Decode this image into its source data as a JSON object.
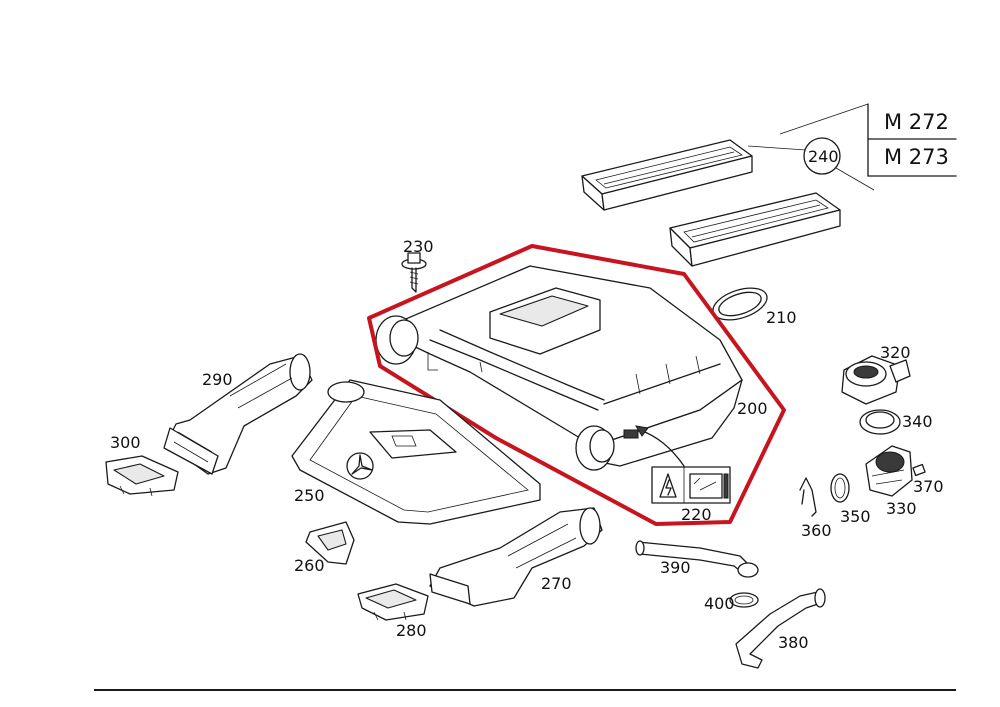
{
  "engine_variants": [
    "M 272",
    "M 273"
  ],
  "highlight_color": "#c8141e",
  "callouts": {
    "c200": "200",
    "c210": "210",
    "c220": "220",
    "c230": "230",
    "c240": "240",
    "c250": "250",
    "c260": "260",
    "c270": "270",
    "c280": "280",
    "c290": "290",
    "c300": "300",
    "c320": "320",
    "c330": "330",
    "c340": "340",
    "c350": "350",
    "c360": "360",
    "c370": "370",
    "c380": "380",
    "c390": "390",
    "c400": "400"
  }
}
